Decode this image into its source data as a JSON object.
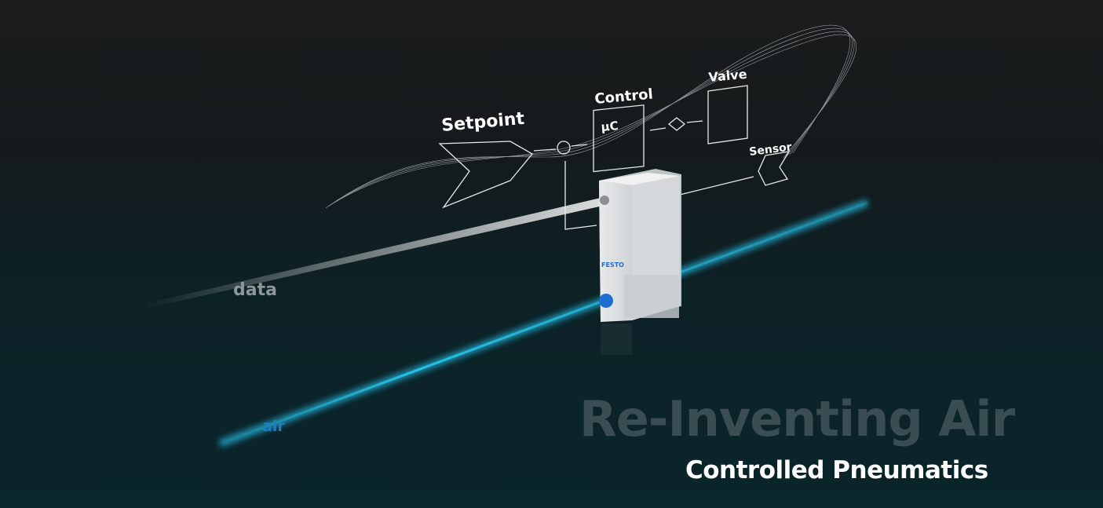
{
  "diagram": {
    "setpoint": "Setpoint",
    "control": "Control",
    "controller_symbol": "µC",
    "valve": "Valve",
    "sensor": "Sensor"
  },
  "device": {
    "brand": "FESTO"
  },
  "labels": {
    "data": "data",
    "air": "air"
  },
  "watermark": "Re-Inventing Air",
  "tagline": "Controlled Pneumatics",
  "colors": {
    "accent_cyan": "#28c8f0",
    "brand_blue": "#1a6fd0",
    "background": "#0b1a1e"
  }
}
